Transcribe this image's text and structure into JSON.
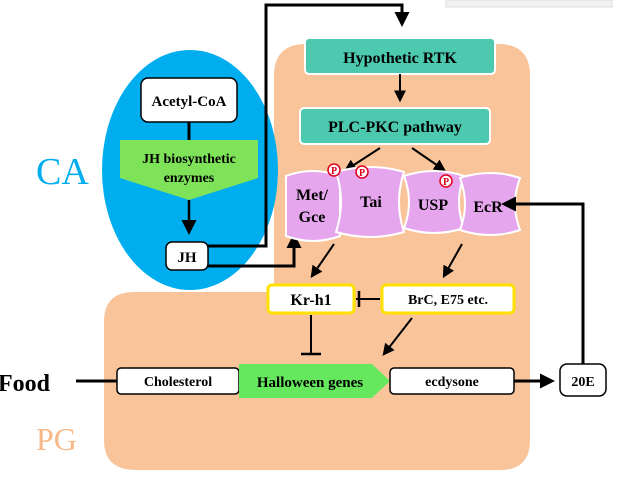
{
  "regions": {
    "ca_label": "CA",
    "pg_label": "PG"
  },
  "nodes": {
    "acetyl_coa": "Acetyl-CoA",
    "jh_enzymes_line1": "JH biosynthetic",
    "jh_enzymes_line2": "enzymes",
    "jh": "JH",
    "hypothetic_rtk": "Hypothetic RTK",
    "plc_pkc": "PLC-PKC pathway",
    "met_gce_line1": "Met/",
    "met_gce_line2": "Gce",
    "tai": "Tai",
    "usp": "USP",
    "ecr": "EcR",
    "phospho": "P",
    "kr_h1": "Kr-h1",
    "brc_e75": "BrC, E75 etc.",
    "cholesterol": "Cholesterol",
    "halloween": "Halloween genes",
    "ecdysone": "ecdysone",
    "food": "Food",
    "e20": "20E"
  },
  "colors": {
    "ca_blue": "#00aeef",
    "pg_peach": "#f9c49a",
    "teal_box": "#4dc9b0",
    "receptor_pink": "#e6a6ee",
    "halloween_green": "#66e85e",
    "enzyme_green": "#7fe35a",
    "highlight_yellow": "#ffe100",
    "ca_text": "#00aeef",
    "pg_text": "#f7b98a"
  }
}
